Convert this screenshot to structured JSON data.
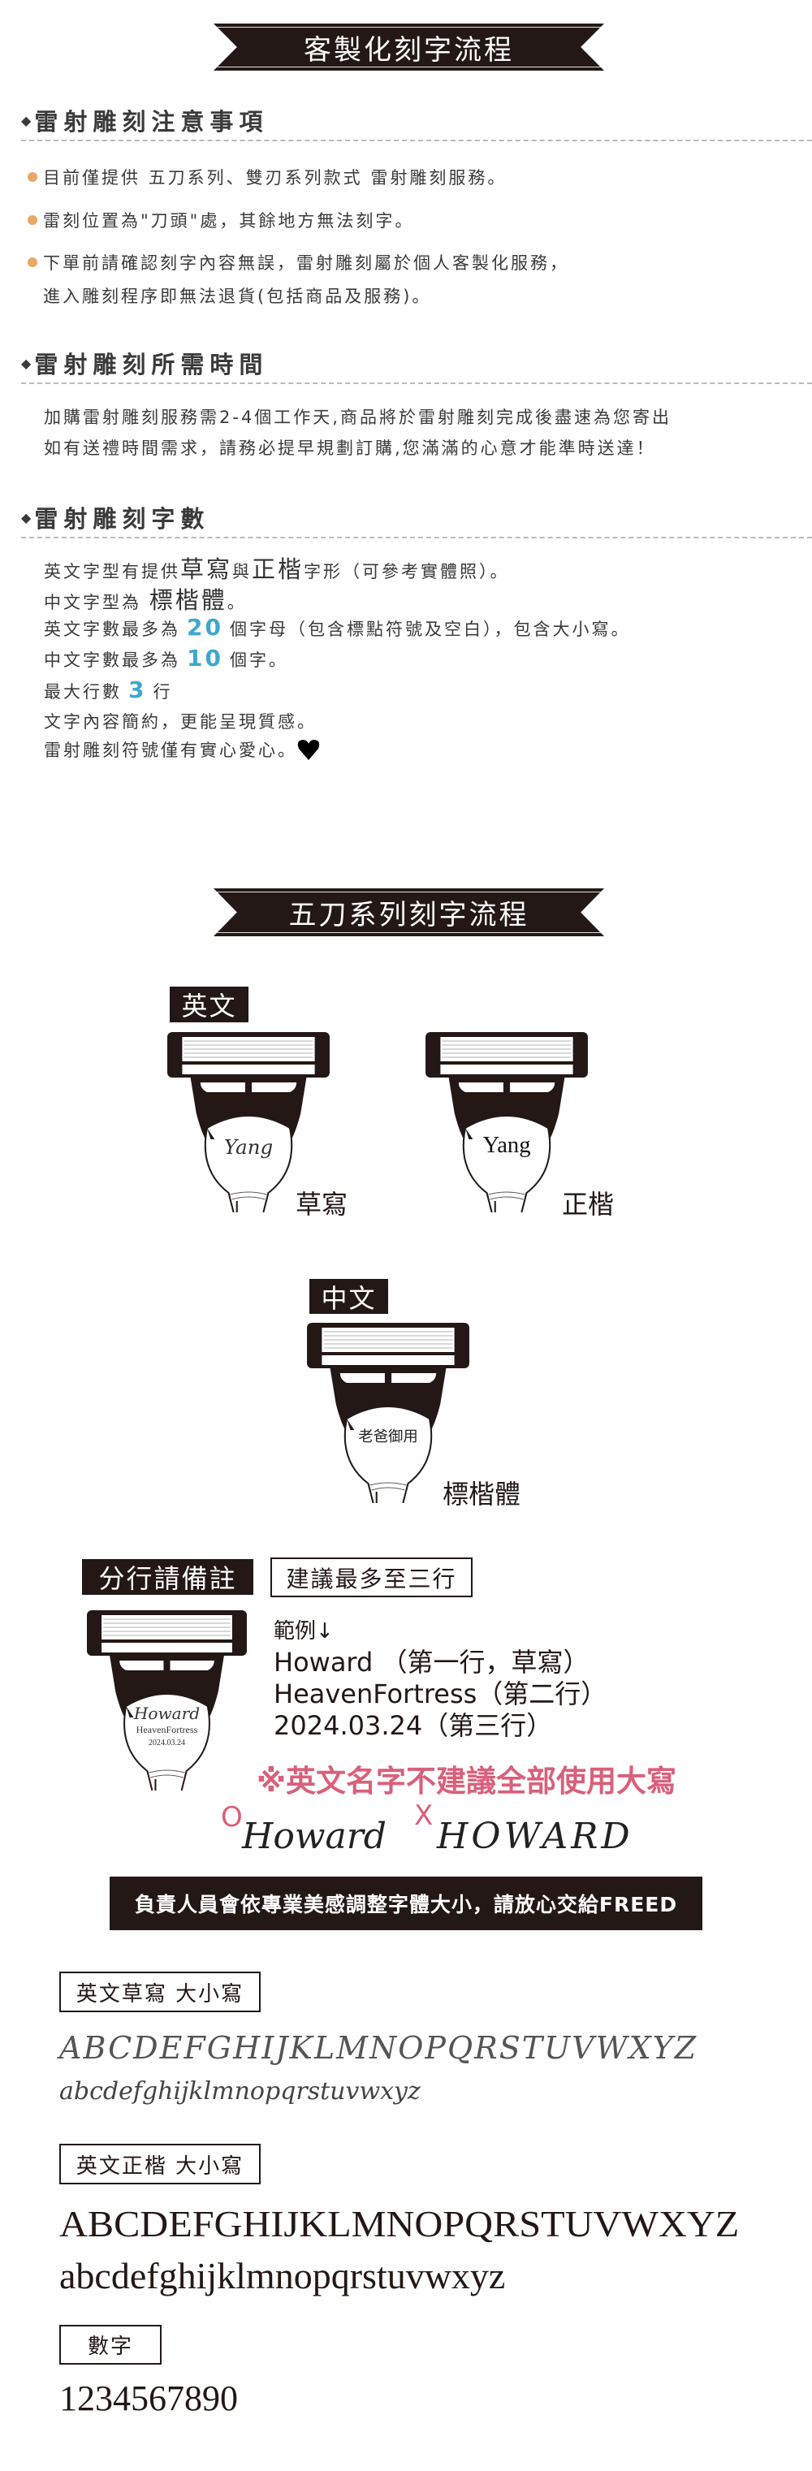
{
  "banner1": "客製化刻字流程",
  "section1": {
    "title": "雷射雕刻注意事項",
    "bullets": [
      "目前僅提供 五刀系列、雙刃系列款式 雷射雕刻服務。",
      "雷刻位置為\"刀頭\"處，其餘地方無法刻字。",
      "下單前請確認刻字內容無誤，雷射雕刻屬於個人客製化服務，"
    ],
    "bullet3_cont": "進入雕刻程序即無法退貨(包括商品及服務)。"
  },
  "section2": {
    "title": "雷射雕刻所需時間",
    "lines": [
      "加購雷射雕刻服務需2-4個工作天,商品將於雷射雕刻完成後盡速為您寄出",
      "如有送禮時間需求，請務必提早規劃訂購,您滿滿的心意才能準時送達！"
    ]
  },
  "section3": {
    "title": "雷射雕刻字數",
    "l1": {
      "a": "英文字型有提供",
      "b": "草寫",
      "c": "與",
      "d": "正楷",
      "e": "字形（可參考實體照）。"
    },
    "l2": {
      "a": "中文字型為 ",
      "b": "標楷體",
      "c": "。"
    },
    "l3": {
      "a": "英文字數最多為",
      "n": "20",
      "b": "個字母（包含標點符號及空白），包含大小寫。"
    },
    "l4": {
      "a": "中文字數最多為",
      "n": "10",
      "b": "個字。"
    },
    "l5": {
      "a": "最大行數",
      "n": "3",
      "b": "行"
    },
    "l6": "文字內容簡約，更能呈現質感。",
    "l7": "雷射雕刻符號僅有實心愛心。"
  },
  "banner2": "五刀系列刻字流程",
  "english": {
    "tag": "英文",
    "cursive_sample": "Yang",
    "cursive_label": "草寫",
    "regular_sample": "Yang",
    "regular_label": "正楷"
  },
  "chinese": {
    "tag": "中文",
    "sample": "老爸御用",
    "label": "標楷體"
  },
  "multiline": {
    "tag": "分行請備註",
    "note": "建議最多至三行",
    "example_title": "範例↓",
    "lines": [
      "Howard （第一行，草寫）",
      "HeavenFortress（第二行）",
      "2024.03.24（第三行）"
    ],
    "engraving": [
      "Howard",
      "HeavenFortress",
      "2024.03.24"
    ],
    "warning": "※英文名字不建議全部使用大寫",
    "good_mark": "O",
    "good_sample": "Howard",
    "bad_mark": "X",
    "bad_sample": "HOWARD",
    "footer": "負責人員會依專業美感調整字體大小，請放心交給FREED"
  },
  "fonts": {
    "cursive_tag": "英文草寫 大小寫",
    "cursive_upper": "ABCDEFGHIJKLMNOPQRSTUVWXYZ",
    "cursive_lower": "abcdefghijklmnopqrstuvwxyz",
    "regular_tag": "英文正楷 大小寫",
    "regular_upper": "ABCDEFGHIJKLMNOPQRSTUVWXYZ",
    "regular_lower": "abcdefghijklmnopqrstuvwxyz",
    "digits_tag": "數字",
    "digits": "1234567890"
  },
  "colors": {
    "dark": "#231815",
    "accent_blue": "#3ea7cf",
    "warning_pink": "#d9607a",
    "bullet_orange": "#e9a866"
  }
}
